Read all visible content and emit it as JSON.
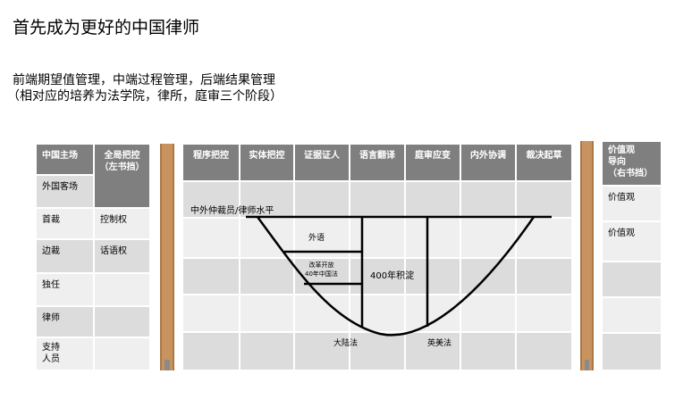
{
  "title": "首先成为更好的中国律师",
  "subtitle_line1": "前端期望值管理，中端过程管理，后端结果管理",
  "subtitle_line2": "（相对应的培养为法学院，律所，庭审三个阶段）",
  "left_table": {
    "rows": [
      {
        "label": "中国主场",
        "value": "全局把控\n（左书挡）"
      },
      {
        "label": "外国客场",
        "value": ""
      },
      {
        "label": "首裁",
        "value": "控制权"
      },
      {
        "label": "边裁",
        "value": "话语权"
      },
      {
        "label": "独任",
        "value": ""
      },
      {
        "label": "律师",
        "value": ""
      },
      {
        "label": "支持\n人员",
        "value": ""
      }
    ]
  },
  "middle_table": {
    "headers": [
      "程序把控",
      "实体把控",
      "证据证人",
      "语言翻译",
      "庭审应变",
      "内外协调",
      "裁决起草"
    ]
  },
  "right_table": {
    "header": "价值观\n导向\n（右书挡）",
    "items": [
      "价值观",
      "价值观"
    ]
  },
  "diagram": {
    "top_line_label": "中外仲裁员/律师水平",
    "label_foreign_language": "外语",
    "label_reform": "改革开放\n40年中国法",
    "label_accumulation": "400年积淀",
    "label_continental": "大陆法",
    "label_common": "英美法"
  }
}
